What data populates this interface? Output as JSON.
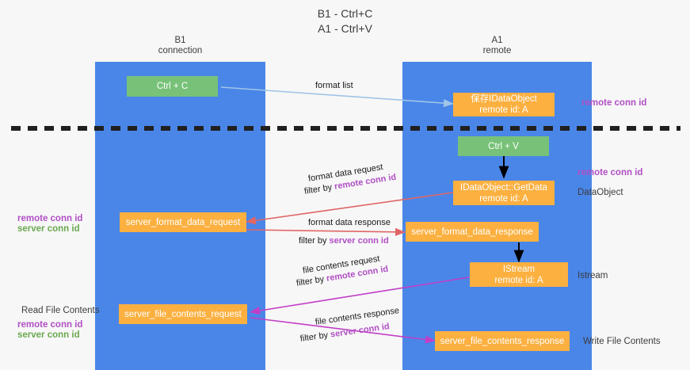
{
  "title": "B1 - Ctrl+C\nA1 - Ctrl+V",
  "columns": {
    "left": {
      "name": "B1",
      "role": "connection",
      "header": "B1\nconnection"
    },
    "right": {
      "name": "A1",
      "role": "remote",
      "header": "A1\nremote"
    }
  },
  "colors": {
    "column_fill": "#4a86e8",
    "green_node": "#77c278",
    "orange_node": "#fbb040",
    "purple_text": "#b14fc5",
    "green_text": "#6aa84f",
    "arrow_format_list": "#9fc5e8",
    "arrow_format_data": "#e06666",
    "arrow_file_contents": "#c13fc6",
    "arrow_internal": "#000000",
    "divider": "#202020"
  },
  "nodes": {
    "ctrl_c": "Ctrl + C",
    "save_idataobject": "保存IDataObject\nremote id: A",
    "ctrl_v": "Ctrl + V",
    "getdata": "IDataObject::GetData\nremote id: A",
    "server_format_data_request": "server_format_data_request",
    "server_format_data_response": "server_format_data_response",
    "istream": "IStream\nremote id: A",
    "server_file_contents_request": "server_file_contents_request",
    "server_file_contents_response": "server_file_contents_response"
  },
  "edges": {
    "format_list": "format list",
    "format_data_request": "format data request",
    "format_data_request_filter_prefix": "filter by ",
    "format_data_request_filter_key": "remote conn id",
    "format_data_response": "format data response",
    "format_data_response_filter_prefix": "filter by ",
    "format_data_response_filter_key": "server conn id",
    "file_contents_request": "file contents request",
    "file_contents_request_filter_prefix": "filter by ",
    "file_contents_request_filter_key": "remote conn id",
    "file_contents_response": "file contents response",
    "file_contents_response_filter_prefix": "filter by ",
    "file_contents_response_filter_key": "server conn id"
  },
  "annotations": {
    "right_remote_conn_id_top": "remote conn id",
    "right_remote_conn_id_mid": "remote conn id",
    "right_dataobject": "DataObject",
    "right_istream": "Istream",
    "right_write_file_contents": "Write File Contents",
    "left_remote_conn_id_mid": "remote conn id",
    "left_server_conn_id_mid": "server conn id",
    "left_read_file_contents": "Read File Contents",
    "left_remote_conn_id_bottom": "remote conn id",
    "left_server_conn_id_bottom": "server conn id"
  }
}
